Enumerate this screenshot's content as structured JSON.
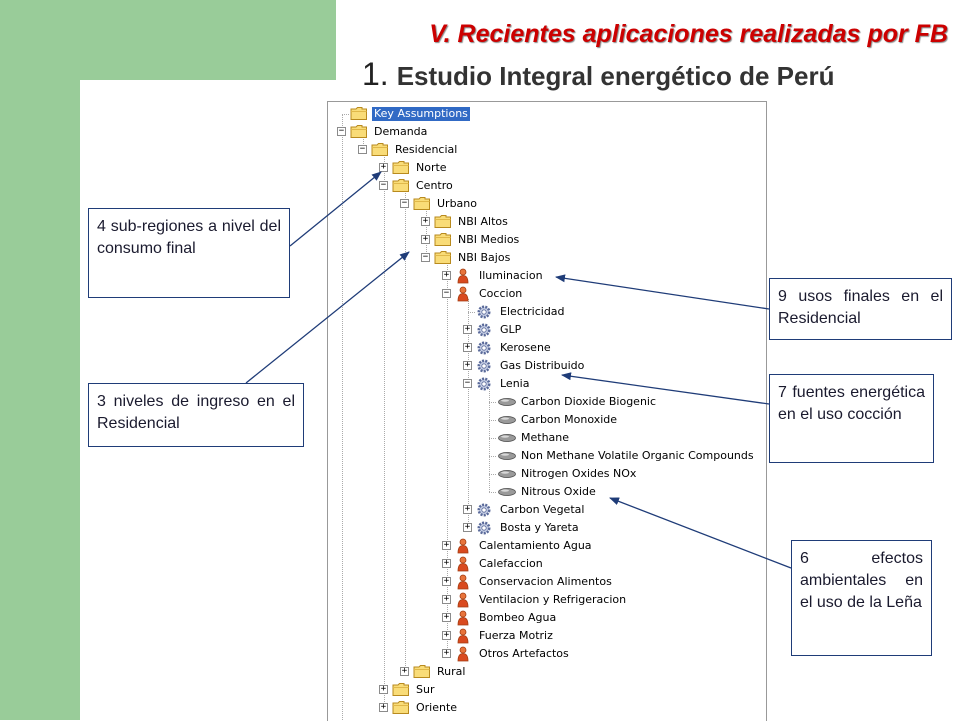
{
  "slide": {
    "section_title": "V. Recientes aplicaciones realizadas por FB",
    "title_number": "1.",
    "title": "Estudio Integral energético de Perú"
  },
  "tree": [
    {
      "label": "Key Assumptions",
      "level": 0,
      "icon": "folder-icon",
      "expander": "none",
      "selected": true
    },
    {
      "label": "Demanda",
      "level": 0,
      "icon": "folder-icon",
      "expander": "minus"
    },
    {
      "label": "Residencial",
      "level": 1,
      "icon": "folder-icon",
      "expander": "minus"
    },
    {
      "label": "Norte",
      "level": 2,
      "icon": "folder-icon",
      "expander": "plus"
    },
    {
      "label": "Centro",
      "level": 2,
      "icon": "folder-icon",
      "expander": "minus"
    },
    {
      "label": "Urbano",
      "level": 3,
      "icon": "folder-icon",
      "expander": "minus"
    },
    {
      "label": "NBI Altos",
      "level": 4,
      "icon": "folder-icon",
      "expander": "plus"
    },
    {
      "label": "NBI Medios",
      "level": 4,
      "icon": "folder-icon",
      "expander": "plus"
    },
    {
      "label": "NBI Bajos",
      "level": 4,
      "icon": "folder-icon",
      "expander": "minus"
    },
    {
      "label": "Iluminacion",
      "level": 5,
      "icon": "person-icon",
      "expander": "plus"
    },
    {
      "label": "Coccion",
      "level": 5,
      "icon": "person-icon",
      "expander": "minus"
    },
    {
      "label": "Electricidad",
      "level": 6,
      "icon": "gear-icon",
      "expander": "none"
    },
    {
      "label": "GLP",
      "level": 6,
      "icon": "gear-icon",
      "expander": "plus"
    },
    {
      "label": "Kerosene",
      "level": 6,
      "icon": "gear-icon",
      "expander": "plus"
    },
    {
      "label": "Gas Distribuido",
      "level": 6,
      "icon": "gear-icon",
      "expander": "plus"
    },
    {
      "label": "Lenia",
      "level": 6,
      "icon": "gear-icon",
      "expander": "minus"
    },
    {
      "label": "Carbon Dioxide Biogenic",
      "level": 7,
      "icon": "pill-icon",
      "expander": "none"
    },
    {
      "label": "Carbon Monoxide",
      "level": 7,
      "icon": "pill-icon",
      "expander": "none"
    },
    {
      "label": "Methane",
      "level": 7,
      "icon": "pill-icon",
      "expander": "none"
    },
    {
      "label": "Non Methane Volatile Organic Compounds",
      "level": 7,
      "icon": "pill-icon",
      "expander": "none"
    },
    {
      "label": "Nitrogen Oxides NOx",
      "level": 7,
      "icon": "pill-icon",
      "expander": "none"
    },
    {
      "label": "Nitrous Oxide",
      "level": 7,
      "icon": "pill-icon",
      "expander": "none"
    },
    {
      "label": "Carbon Vegetal",
      "level": 6,
      "icon": "gear-icon",
      "expander": "plus"
    },
    {
      "label": "Bosta y Yareta",
      "level": 6,
      "icon": "gear-icon",
      "expander": "plus"
    },
    {
      "label": "Calentamiento Agua",
      "level": 5,
      "icon": "person-icon",
      "expander": "plus"
    },
    {
      "label": "Calefaccion",
      "level": 5,
      "icon": "person-icon",
      "expander": "plus"
    },
    {
      "label": "Conservacion Alimentos",
      "level": 5,
      "icon": "person-icon",
      "expander": "plus"
    },
    {
      "label": "Ventilacion y Refrigeracion",
      "level": 5,
      "icon": "person-icon",
      "expander": "plus"
    },
    {
      "label": "Bombeo Agua",
      "level": 5,
      "icon": "person-icon",
      "expander": "plus"
    },
    {
      "label": "Fuerza Motriz",
      "level": 5,
      "icon": "person-icon",
      "expander": "plus"
    },
    {
      "label": "Otros Artefactos",
      "level": 5,
      "icon": "person-icon",
      "expander": "plus"
    },
    {
      "label": "Rural",
      "level": 3,
      "icon": "folder-icon",
      "expander": "plus"
    },
    {
      "label": "Sur",
      "level": 2,
      "icon": "folder-icon",
      "expander": "plus"
    },
    {
      "label": "Oriente",
      "level": 2,
      "icon": "folder-icon",
      "expander": "plus"
    }
  ],
  "callouts": {
    "subregiones": "4 sub-regiones a nivel del consumo final",
    "ingreso": "3 niveles de ingreso en el Residencial",
    "usos": "9 usos finales en el Residencial",
    "fuentes": "7 fuentes energética en el uso cocción",
    "efectos": "6 efectos ambientales en el uso de la Leña"
  },
  "colors": {
    "green_band": "#99cc99",
    "section_title": "#cc0000",
    "arrow": "#1f3c78",
    "selection": "#316ac5"
  }
}
